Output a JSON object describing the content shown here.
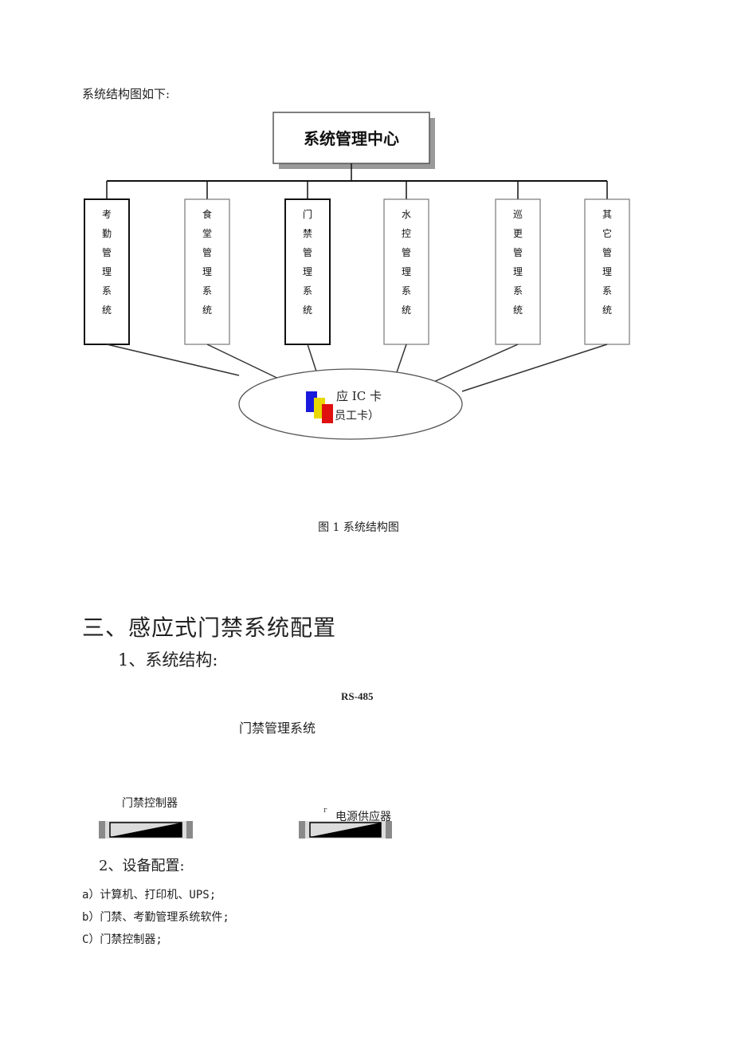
{
  "intro_text": "系统结构图如下:",
  "diagram": {
    "center_title": "系统管理中心",
    "subsystems": [
      "考勤管理系统",
      "食堂管理系统",
      "门禁管理系统",
      "水控管理系统",
      "巡更管理系统",
      "其它管理系统"
    ],
    "card_line1": "应 IC 卡",
    "card_line2": "员工卡）",
    "card_colors": [
      "#1a1adc",
      "#e8d800",
      "#e01010"
    ]
  },
  "figure_caption": "图 1 系统结构图",
  "section_heading": "三、感应式门禁系统配置",
  "subsection1": "1、系统结构:",
  "structure": {
    "bus_label": "RS-485",
    "mgmt_system": "门禁管理系统",
    "controller_label": "门禁控制器",
    "power_mark": "r",
    "power_label": "电源供应器"
  },
  "subsection2": "2、设备配置:",
  "equipment_list": [
    "a）计算机、打印机、UPS;",
    "b）门禁、考勤管理系统软件;",
    "C）门禁控制器;"
  ]
}
